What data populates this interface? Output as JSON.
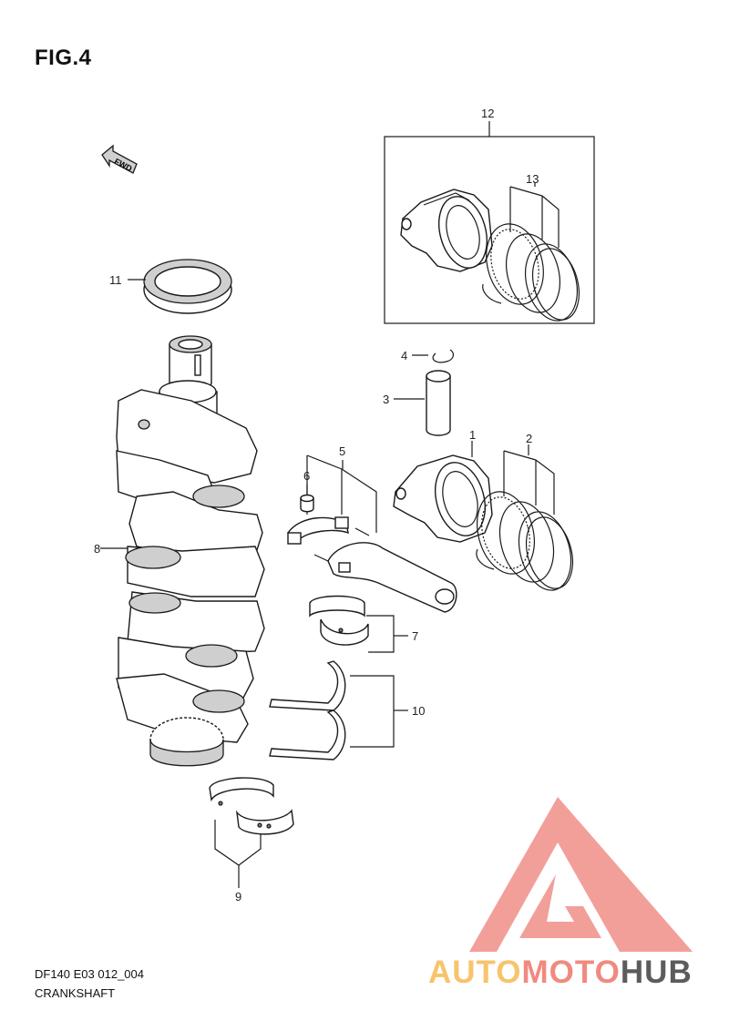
{
  "figure": {
    "title": "FIG.4",
    "fwd_label": "FWD",
    "code": "DF140 E03 012_004",
    "subtitle": "CRANKSHAFT"
  },
  "callouts": [
    "1",
    "2",
    "3",
    "4",
    "5",
    "6",
    "7",
    "8",
    "9",
    "10",
    "11",
    "12",
    "13"
  ],
  "watermark": {
    "part1": "AUTO",
    "part2": "MOTO",
    "part3": "HUB",
    "colors": {
      "auto": "#f7c46b",
      "moto": "#f08a80",
      "hub": "#5c5c5c",
      "triangle": "#f19590"
    }
  }
}
